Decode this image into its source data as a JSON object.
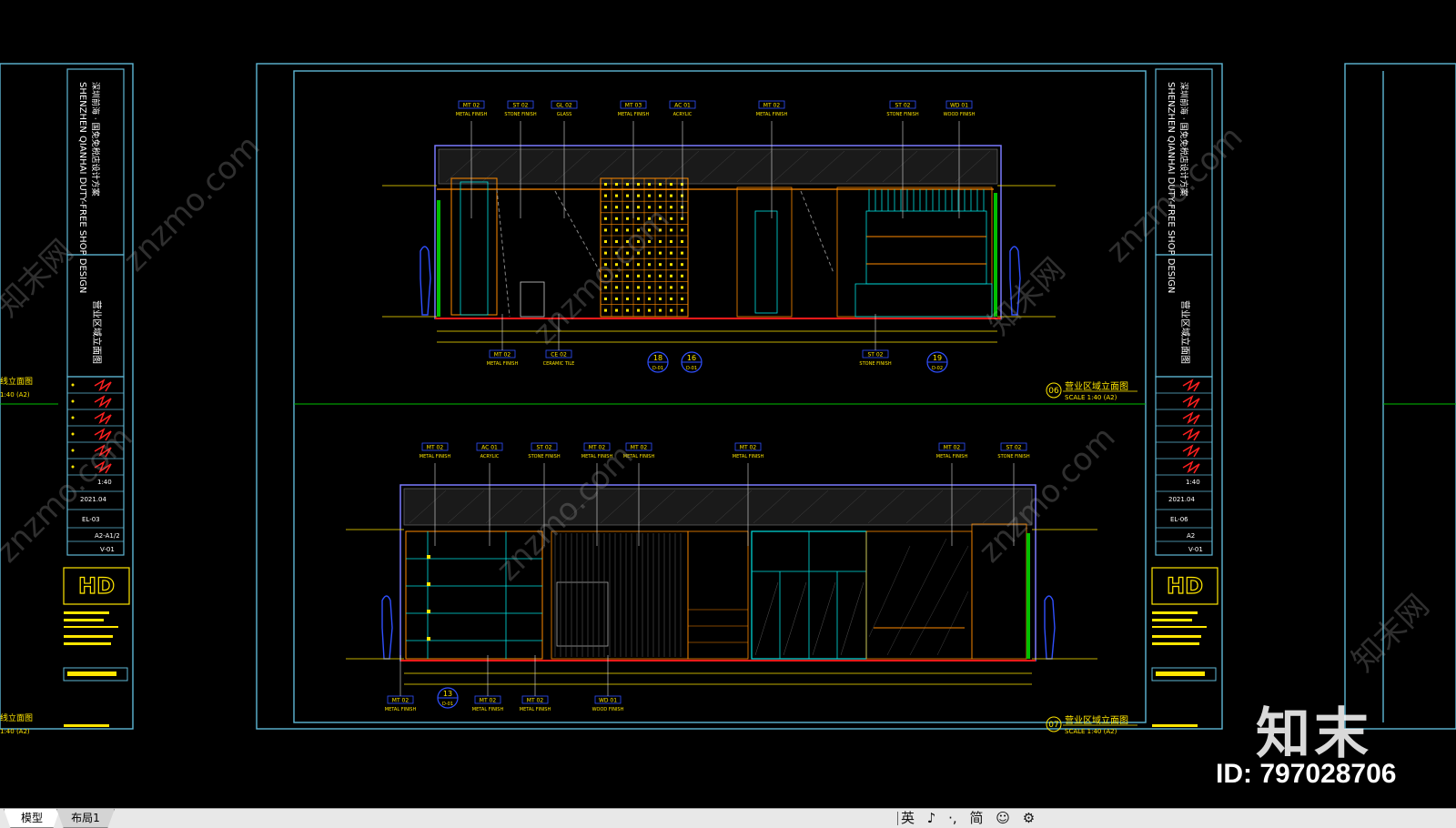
{
  "statusbar": {
    "tabs": [
      {
        "label": "模型",
        "active": true
      },
      {
        "label": "布局1",
        "active": false
      }
    ],
    "tools": [
      "英",
      "♪",
      "·,",
      "简",
      "☺",
      "⚙"
    ]
  },
  "watermark": {
    "brand": "知末",
    "id": "ID: 797028706",
    "diagonal": "znzmo.com",
    "diagonal_cn": "知末网"
  },
  "left_sheet": {
    "project_en": "SHENZHEN QIANHAI DUTY-FREE SHOP DESIGN",
    "project_cn": "深圳前海 · 国免免税店设计方案",
    "drawing_title": "营业区域立面图",
    "scale": "1:40",
    "date": "2021.04",
    "drawing_no": "EL-03",
    "paper": "A2-A1/2",
    "sheet": "V-01",
    "logo": "HD",
    "partial_title_06": "线立面图",
    "partial_scale_06": "1:40 (A2)",
    "partial_title_07": "线立面图",
    "partial_scale_07": "1:40 (A2)"
  },
  "right_sheet": {
    "project_en": "SHENZHEN QIANHAI DUTY-FREE SHOP DESIGN",
    "project_cn": "深圳前海 · 国免免税店设计方案",
    "drawing_title": "营业区域立面图",
    "scale": "1:40",
    "date": "2021.04",
    "drawing_no": "EL-06",
    "paper": "A2",
    "sheet": "V-01",
    "logo": "HD"
  },
  "elevation_06": {
    "number": "06",
    "title": "营业区域立面图",
    "scale": "SCALE 1:40 (A2)",
    "callouts_top": [
      {
        "code": "MT 02",
        "text": "METAL FINISH"
      },
      {
        "code": "ST 02",
        "text": "STONE FINISH"
      },
      {
        "code": "GL 02",
        "text": "GLASS"
      },
      {
        "code": "MT 03",
        "text": "METAL FINISH"
      },
      {
        "code": "AC 01",
        "text": "ACRYLIC"
      },
      {
        "code": "MT 02",
        "text": "METAL FINISH"
      },
      {
        "code": "ST 02",
        "text": "STONE FINISH"
      },
      {
        "code": "WD 01",
        "text": "WOOD FINISH"
      }
    ],
    "callouts_bottom": [
      {
        "code": "MT 02",
        "text": "METAL FINISH"
      },
      {
        "code": "CE 02",
        "text": "CERAMIC TILE"
      },
      {
        "code": "ST 02",
        "text": "STONE FINISH"
      }
    ],
    "section_markers": [
      {
        "num": "18",
        "sheet": "D-01"
      },
      {
        "num": "16",
        "sheet": "D-01"
      },
      {
        "num": "19",
        "sheet": "D-02"
      }
    ]
  },
  "elevation_07": {
    "number": "07",
    "title": "营业区域立面图",
    "scale": "SCALE 1:40 (A2)",
    "callouts_top": [
      {
        "code": "MT 02",
        "text": "METAL FINISH"
      },
      {
        "code": "AC 01",
        "text": "ACRYLIC"
      },
      {
        "code": "ST 02",
        "text": "STONE FINISH"
      },
      {
        "code": "MT 02",
        "text": "METAL FINISH"
      },
      {
        "code": "MT 02",
        "text": "METAL FINISH"
      },
      {
        "code": "MT 02",
        "text": "METAL FINISH"
      },
      {
        "code": "MT 02",
        "text": "METAL FINISH"
      },
      {
        "code": "ST 02",
        "text": "STONE FINISH"
      }
    ],
    "callouts_bottom": [
      {
        "code": "MT 02",
        "text": "METAL FINISH"
      },
      {
        "code": "MT 02",
        "text": "METAL FINISH"
      },
      {
        "code": "MT 02",
        "text": "METAL FINISH"
      },
      {
        "code": "WD 01",
        "text": "WOOD FINISH"
      }
    ],
    "section_markers": [
      {
        "num": "13",
        "sheet": "D-01"
      }
    ]
  },
  "colors": {
    "background": "#000000",
    "frame": "#5fb8d6",
    "yellow": "#ffe600",
    "cyan": "#00e0e0",
    "orange": "#ff8a00",
    "green": "#00c000",
    "red": "#ff1a1a",
    "blue": "#3050ff",
    "gray": "#7a7a7a"
  }
}
